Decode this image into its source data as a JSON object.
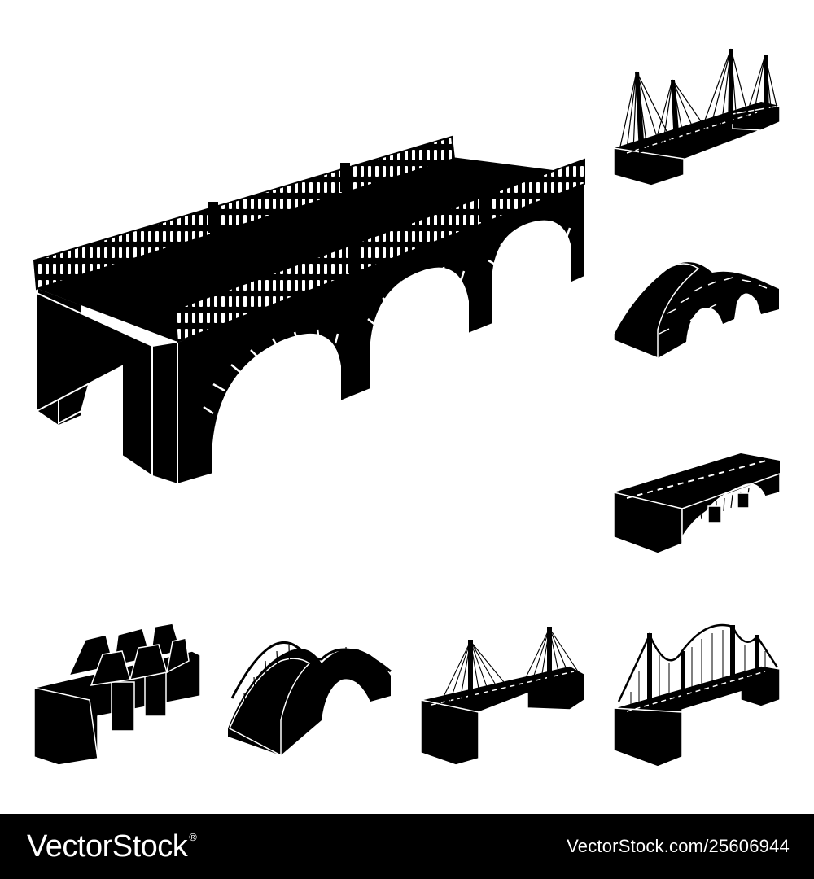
{
  "icons": [
    {
      "name": "stone-arch-bridge-icon",
      "label": "stone arch bridge"
    },
    {
      "name": "cable-stayed-bridge-icon",
      "label": "cable-stayed bridge"
    },
    {
      "name": "humpback-stone-bridge-icon",
      "label": "humpback stone bridge"
    },
    {
      "name": "highway-arch-bridge-icon",
      "label": "highway arch bridge"
    },
    {
      "name": "truss-railway-bridge-icon",
      "label": "truss railway bridge"
    },
    {
      "name": "curved-arch-bridge-icon",
      "label": "curved arch bridge"
    },
    {
      "name": "fan-cable-stayed-bridge-icon",
      "label": "fan cable-stayed bridge"
    },
    {
      "name": "suspension-bridge-icon",
      "label": "suspension bridge"
    }
  ],
  "colors": {
    "ink": "#000000",
    "paper": "#ffffff",
    "footer_bg": "#000000",
    "footer_text": "#ffffff"
  },
  "footer": {
    "brand": "VectorStock",
    "brand_mark": "®",
    "stock_id": "VectorStock.com/25606944"
  }
}
